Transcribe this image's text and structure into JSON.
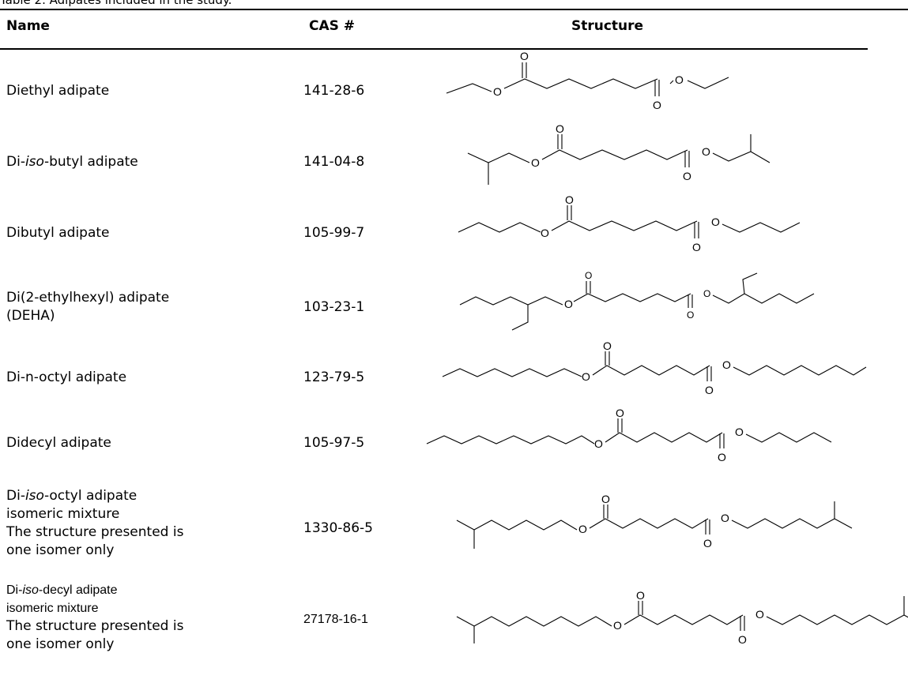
{
  "table": {
    "caption": "Table 2. Adipates included in the study.",
    "headers": {
      "name": "Name",
      "cas": "CAS #",
      "structure": "Structure"
    },
    "rows": [
      {
        "name_lines": [
          "Diethyl adipate"
        ],
        "cas": "141-28-6"
      },
      {
        "name_prefix": "Di-",
        "name_italic": "iso",
        "name_suffix": "-butyl adipate",
        "cas": "141-04-8"
      },
      {
        "name_lines": [
          "Dibutyl adipate"
        ],
        "cas": "105-99-7"
      },
      {
        "name_lines": [
          "Di(2-ethylhexyl) adipate",
          "(DEHA)"
        ],
        "cas": "103-23-1"
      },
      {
        "name_lines": [
          "Di-n-octyl adipate"
        ],
        "cas": "123-79-5"
      },
      {
        "name_lines": [
          "Didecyl adipate"
        ],
        "cas": "105-97-5"
      },
      {
        "name_prefix": "Di-",
        "name_italic": "iso",
        "name_suffix": "-octyl adipate",
        "extra_lines": [
          "isomeric mixture",
          "The structure presented is",
          "one isomer only"
        ],
        "cas": "1330-86-5"
      },
      {
        "name_prefix": "Di-",
        "name_italic": "iso",
        "name_suffix": "-decyl adipate",
        "extra_lines": [
          "isomeric mixture",
          "The structure presented is",
          "one isomer only"
        ],
        "cas": "27178-16-1"
      }
    ],
    "atom_label": "O"
  }
}
